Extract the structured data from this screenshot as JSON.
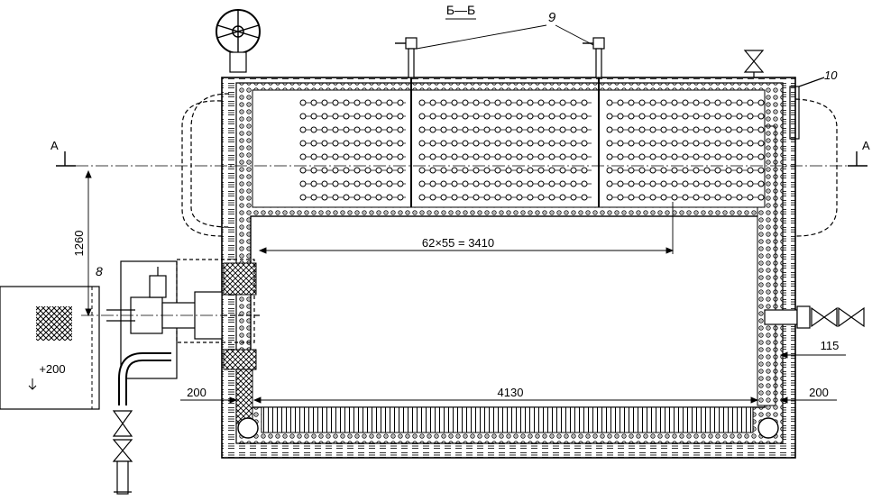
{
  "section_title": "Б—Б",
  "section_marks": {
    "left": "А",
    "right": "А"
  },
  "callouts": {
    "thermocouples": "9",
    "part_10": "10",
    "part_8": "8"
  },
  "dimensions": {
    "heater_pitch": "62×55 = 3410",
    "inner_length": "4130",
    "wall_left": "200",
    "wall_right": "200",
    "pipe_offset": "115",
    "axis_height": "1260"
  },
  "side_panel": {
    "label": "+200"
  },
  "colors": {
    "line": "#000000",
    "background": "#ffffff"
  }
}
